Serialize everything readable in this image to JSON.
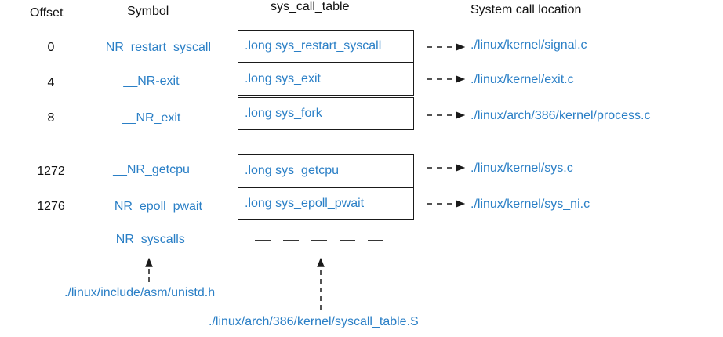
{
  "headers": {
    "offset": "Offset",
    "symbol": "Symbol",
    "table": "sys_call_table",
    "location": "System call location"
  },
  "rows": [
    {
      "offset": "0",
      "symbol": "__NR_restart_syscall",
      "entry": ".long sys_restart_syscall",
      "location": "./linux/kernel/signal.c"
    },
    {
      "offset": "4",
      "symbol": "__NR-exit",
      "entry": ".long sys_exit",
      "location": "./linux/kernel/exit.c"
    },
    {
      "offset": "8",
      "symbol": "__NR_exit",
      "entry": ".long sys_fork",
      "location": "./linux/arch/386/kernel/process.c"
    },
    {
      "offset": "1272",
      "symbol": "__NR_getcpu",
      "entry": ".long sys_getcpu",
      "location": "./linux/kernel/sys.c"
    },
    {
      "offset": "1276",
      "symbol": "__NR_epoll_pwait",
      "entry": ".long sys_epoll_pwait",
      "location": "./linux/kernel/sys_ni.c"
    }
  ],
  "footer": {
    "syscalls_symbol": "__NR_syscalls",
    "unistd_source": "./linux/include/asm/unistd.h",
    "table_source": "./linux/arch/386/kernel/syscall_table.S"
  },
  "colors": {
    "link": "#2a7fc6",
    "text": "#111111",
    "line": "#1a1a1a"
  }
}
